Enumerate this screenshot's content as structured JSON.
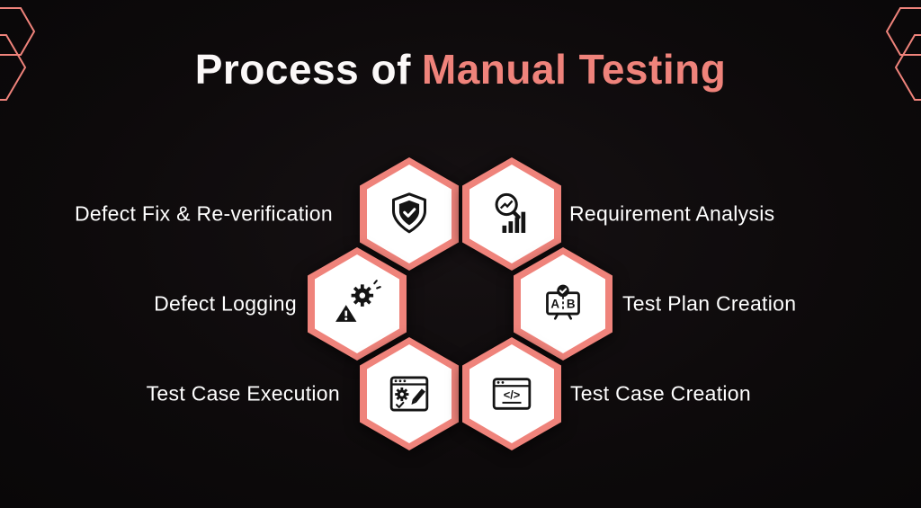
{
  "title": {
    "prefix": "Process of",
    "highlight": "Manual Testing"
  },
  "colors": {
    "accent": "#ef837b",
    "background": "#0d0a0b",
    "hex_fill": "#ffffff",
    "icon": "#141414",
    "label_text": "#ffffff"
  },
  "steps": [
    {
      "label": "Requirement Analysis",
      "icon": "magnifier-growth-chart-icon",
      "position": "top-right",
      "label_side": "right"
    },
    {
      "label": "Test Plan Creation",
      "icon": "ab-test-check-icon",
      "position": "middle-right",
      "label_side": "right"
    },
    {
      "label": "Test Case Creation",
      "icon": "code-window-icon",
      "position": "bottom-right",
      "label_side": "right"
    },
    {
      "label": "Test Case Execution",
      "icon": "window-gear-pencil-icon",
      "position": "bottom-left",
      "label_side": "left"
    },
    {
      "label": "Defect Logging",
      "icon": "gear-warning-icon",
      "position": "middle-left",
      "label_side": "left"
    },
    {
      "label": "Defect Fix & Re-verification",
      "icon": "shield-check-icon",
      "position": "top-left",
      "label_side": "left"
    }
  ],
  "glyphs": {
    "a": "A",
    "b": "B",
    "code": "</>"
  }
}
